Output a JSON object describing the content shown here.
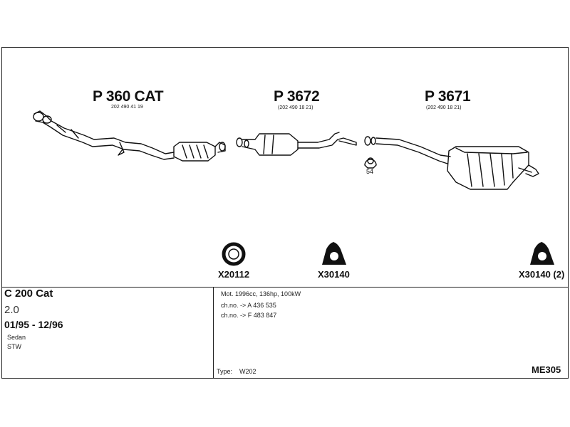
{
  "parts": [
    {
      "label": "P 360 CAT",
      "oem": "202 490 41 19"
    },
    {
      "label": "P 3672",
      "oem": "(202 490 18 21)"
    },
    {
      "label": "P 3671",
      "oem": "(202 490 18 21)"
    }
  ],
  "clamp_label": "54",
  "accessories": [
    {
      "code": "X20112",
      "icon": "ring-icon"
    },
    {
      "code": "X30140",
      "icon": "rubber-mount-icon"
    },
    {
      "code": "X30140 (2)",
      "icon": "rubber-mount-icon"
    }
  ],
  "vehicle": {
    "model": "C 200 Cat",
    "engine": "2.0",
    "years": "01/95 - 12/96",
    "body_types": [
      "Sedan",
      "STW"
    ]
  },
  "specs": {
    "motor": "Mot. 1996cc, 136hp, 100kW",
    "chassis_1": "ch.no. -> A 436 535",
    "chassis_2": "ch.no. -> F 483 847"
  },
  "type_label": "Type:",
  "type_value": "W202",
  "diagram_code": "ME305"
}
